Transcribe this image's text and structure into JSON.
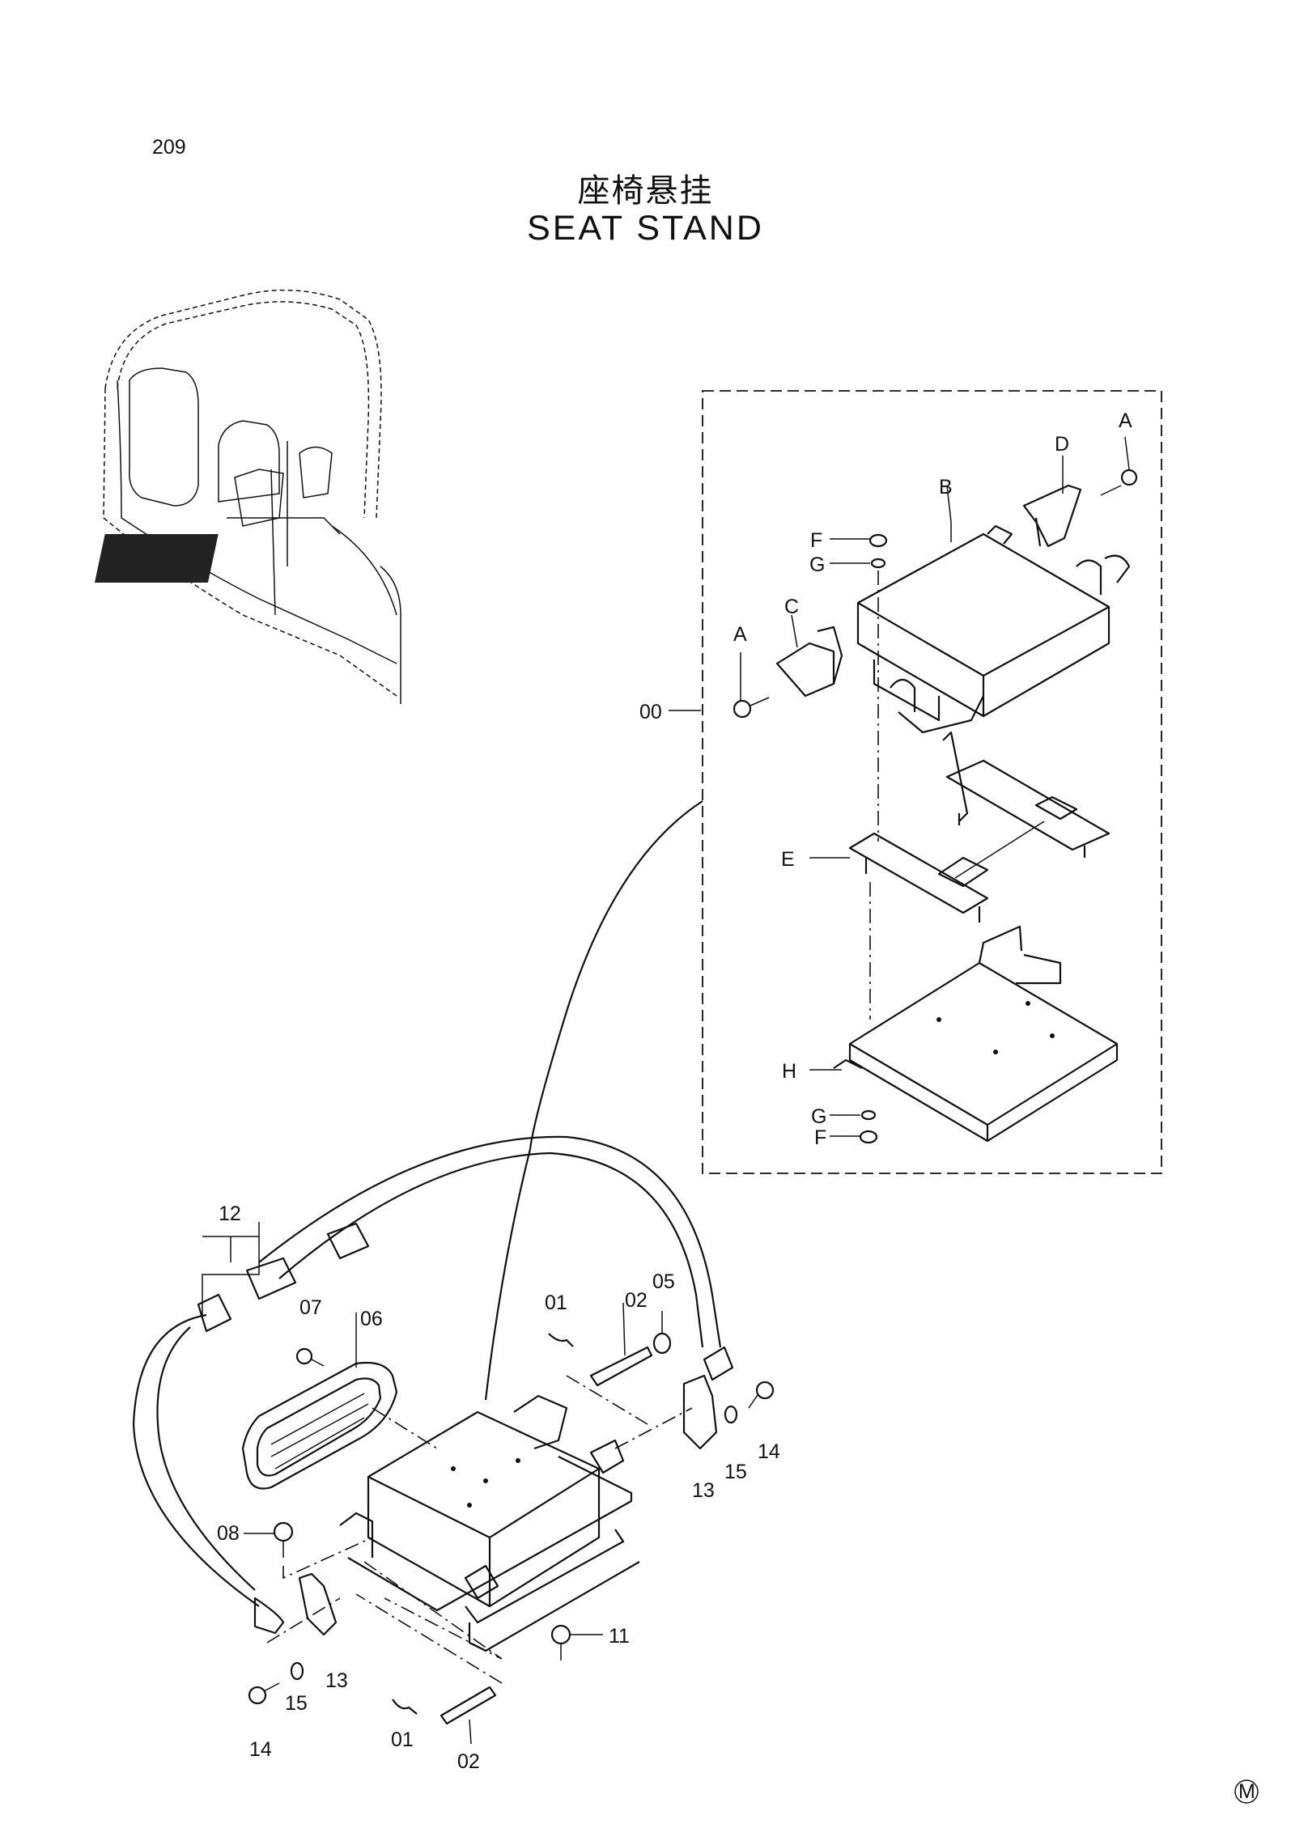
{
  "page_number": "209",
  "title_cn": "座椅悬挂",
  "title_en": "SEAT STAND",
  "callouts": {
    "assembly": "00",
    "a_top": "A",
    "a_left": "A",
    "b": "B",
    "c": "C",
    "d": "D",
    "e": "E",
    "f_top": "F",
    "g_top": "G",
    "f_bottom": "F",
    "g_bottom": "G",
    "h": "H",
    "n01_top": "01",
    "n02_top": "02",
    "n05": "05",
    "n06": "06",
    "n07": "07",
    "n08": "08",
    "n11": "11",
    "n12": "12",
    "n13_right": "13",
    "n14_right": "14",
    "n15_right": "15",
    "n13_left": "13",
    "n14_left": "14",
    "n15_left": "15",
    "n01_bottom": "01",
    "n02_bottom": "02"
  },
  "mark": "M"
}
